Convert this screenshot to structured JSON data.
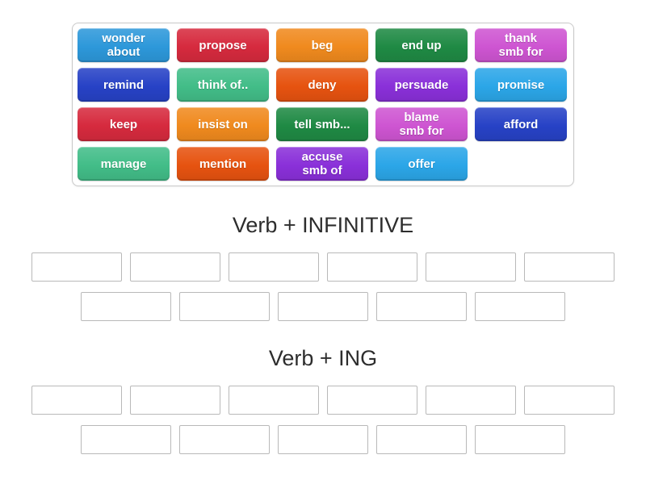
{
  "word_bank": {
    "tiles": [
      {
        "label": "wonder\nabout",
        "color": "#2d98da"
      },
      {
        "label": "propose",
        "color": "#d62a3e"
      },
      {
        "label": "beg",
        "color": "#f08a1e"
      },
      {
        "label": "end up",
        "color": "#1f8a44"
      },
      {
        "label": "thank\nsmb for",
        "color": "#ce55d2"
      },
      {
        "label": "remind",
        "color": "#2742c6"
      },
      {
        "label": "think of..",
        "color": "#42bd88"
      },
      {
        "label": "deny",
        "color": "#e65310"
      },
      {
        "label": "persuade",
        "color": "#8a30d9"
      },
      {
        "label": "promise",
        "color": "#2ba6e8"
      },
      {
        "label": "keep",
        "color": "#d62a3e"
      },
      {
        "label": "insist on",
        "color": "#f08a1e"
      },
      {
        "label": "tell smb...",
        "color": "#1f8a44"
      },
      {
        "label": "blame\nsmb for",
        "color": "#ce55d2"
      },
      {
        "label": "afford",
        "color": "#2742c6"
      },
      {
        "label": "manage",
        "color": "#42bd88"
      },
      {
        "label": "mention",
        "color": "#e65310"
      },
      {
        "label": "accuse\nsmb of",
        "color": "#8a30d9"
      },
      {
        "label": "offer",
        "color": "#2ba6e8"
      }
    ]
  },
  "groups": [
    {
      "title": "Verb + INFINITIVE",
      "slots_row1": 6,
      "slots_row2": 5
    },
    {
      "title": "Verb + ING",
      "slots_row1": 6,
      "slots_row2": 5
    }
  ]
}
